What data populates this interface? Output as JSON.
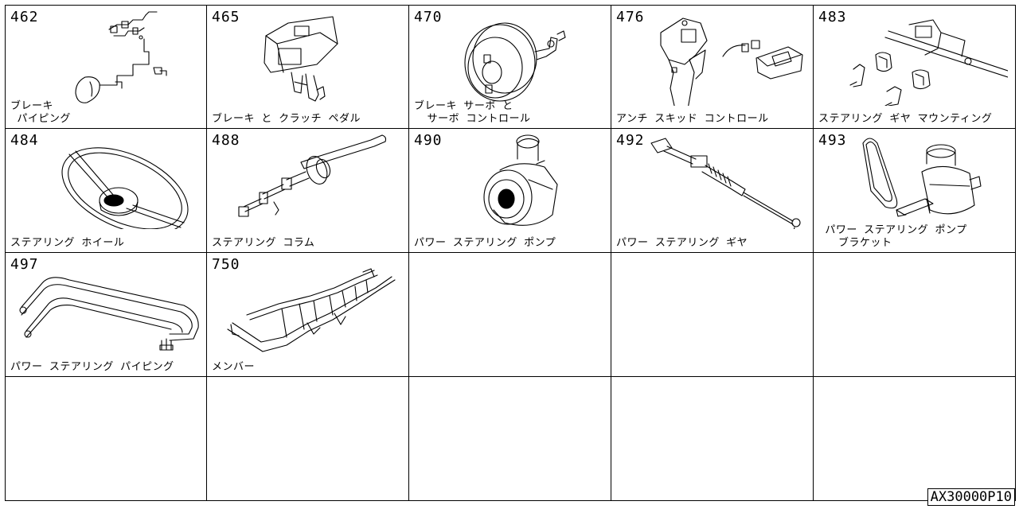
{
  "catalog": {
    "parts": [
      {
        "code": "462",
        "label": "ブレーキ\n パイピング",
        "icon": "brake-piping-icon"
      },
      {
        "code": "465",
        "label": "ブレーキ と クラッチ ペダル",
        "icon": "brake-clutch-pedal-icon"
      },
      {
        "code": "470",
        "label": "ブレーキ サーボ と\n  サーボ コントロール",
        "icon": "brake-servo-icon"
      },
      {
        "code": "476",
        "label": "アンチ スキッド コントロール",
        "icon": "anti-skid-control-icon"
      },
      {
        "code": "483",
        "label": "ステアリング ギヤ マウンティング",
        "icon": "steering-gear-mounting-icon"
      },
      {
        "code": "484",
        "label": "ステアリング ホイール",
        "icon": "steering-wheel-icon"
      },
      {
        "code": "488",
        "label": "ステアリング コラム",
        "icon": "steering-column-icon"
      },
      {
        "code": "490",
        "label": "パワー ステアリング ポンプ",
        "icon": "power-steering-pump-icon"
      },
      {
        "code": "492",
        "label": "パワー ステアリング ギヤ",
        "icon": "power-steering-gear-icon"
      },
      {
        "code": "493",
        "label": " パワー ステアリング ポンプ\n   ブラケット",
        "icon": "pump-bracket-icon"
      },
      {
        "code": "497",
        "label": "パワー ステアリング パイピング",
        "icon": "power-steering-piping-icon"
      },
      {
        "code": "750",
        "label": "メンバー",
        "icon": "member-frame-icon"
      }
    ]
  },
  "doc_id": "AX30000P10"
}
